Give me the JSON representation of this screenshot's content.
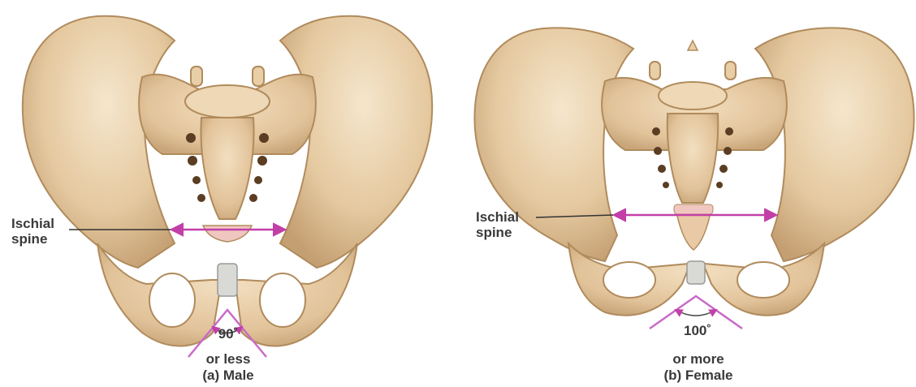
{
  "male": {
    "label_spine_line1": "Ischial",
    "label_spine_line2": "spine",
    "angle_value": "90˚",
    "angle_qualifier": "or less",
    "caption": "(a) Male"
  },
  "female": {
    "label_spine_line1": "Ischial",
    "label_spine_line2": "spine",
    "angle_value": "100˚",
    "angle_qualifier": "or more",
    "caption": "(b) Female"
  },
  "colors": {
    "bone": "#e8cfa8",
    "bone_shadow": "#c9a67a",
    "bone_outline": "#b08b5c",
    "cavity": "#ffffff",
    "arrow": "#c23fa8",
    "angle_line": "#c86bc8",
    "leader_line": "#333333",
    "cartilage": "#d9d9d5"
  }
}
